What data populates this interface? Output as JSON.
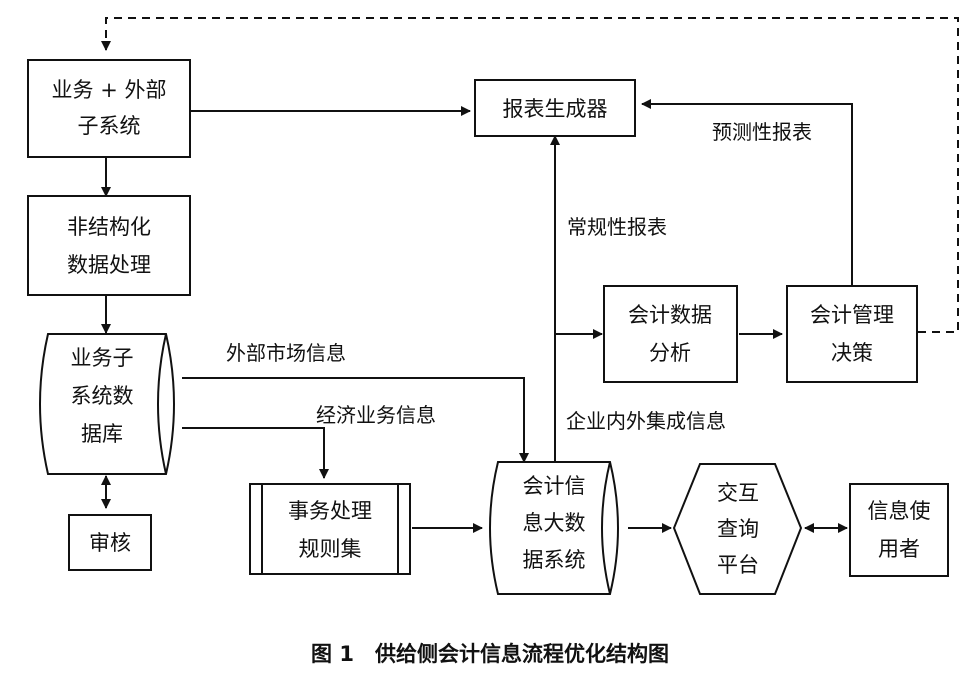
{
  "nodes": {
    "business_subsystem": {
      "lines": [
        "业务 + 外部",
        "子系统"
      ]
    },
    "unstructured": {
      "lines": [
        "非结构化",
        "数据处理"
      ]
    },
    "business_db": {
      "lines": [
        "业务子",
        "系统数",
        "据库"
      ]
    },
    "audit": {
      "lines": [
        "审核"
      ]
    },
    "report_gen": {
      "lines": [
        "报表生成器"
      ]
    },
    "rules": {
      "lines": [
        "事务处理",
        "规则集"
      ]
    },
    "bigdata": {
      "lines": [
        "会计信",
        "息大数",
        "据系统"
      ]
    },
    "analysis": {
      "lines": [
        "会计数据",
        "分析"
      ]
    },
    "decision": {
      "lines": [
        "会计管理",
        "决策"
      ]
    },
    "query": {
      "lines": [
        "交互",
        "查询",
        "平台"
      ]
    },
    "users": {
      "lines": [
        "信息使",
        "用者"
      ]
    }
  },
  "edges": {
    "forecast_report": "预测性报表",
    "regular_report": "常规性报表",
    "external_market": "外部市场信息",
    "economic_business": "经济业务信息",
    "enterprise_info": "企业内外集成信息"
  },
  "caption": "图 1　供给侧会计信息流程优化结构图"
}
